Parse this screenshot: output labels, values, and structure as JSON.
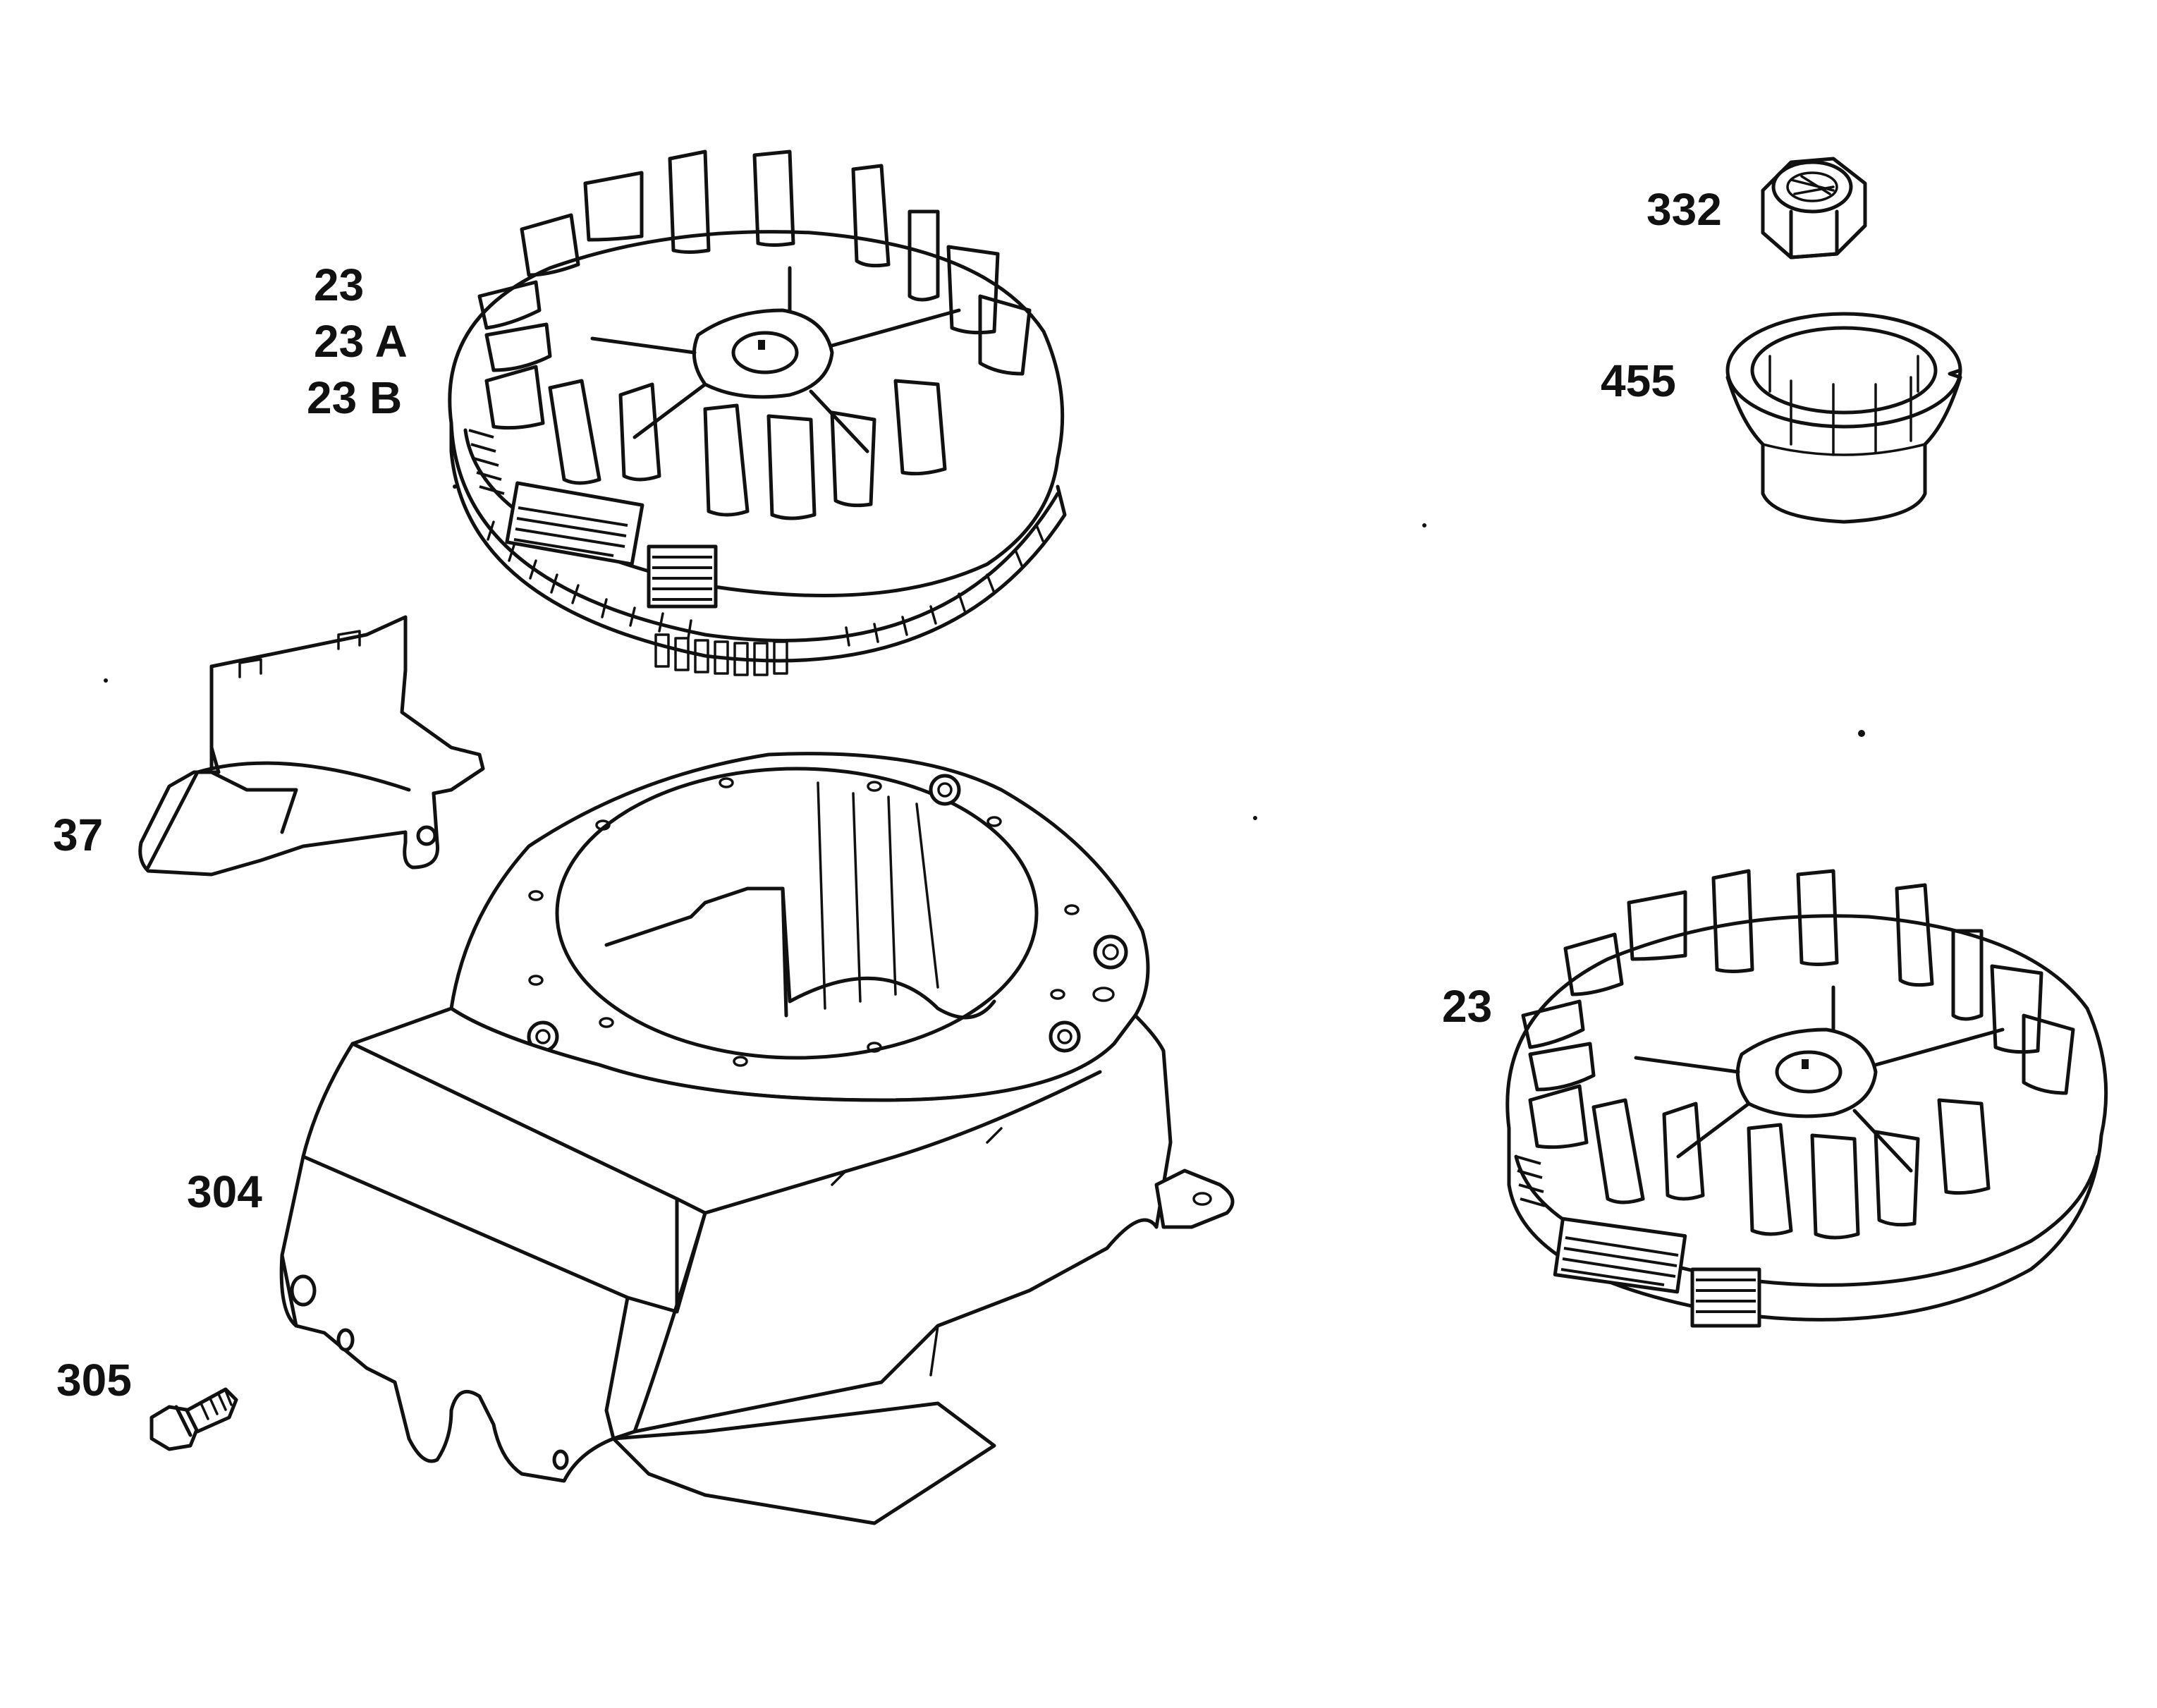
{
  "diagram": {
    "parts": [
      {
        "id": "flywheel-main",
        "labels": [
          "23",
          "23 A",
          "23 B"
        ]
      },
      {
        "id": "nut",
        "labels": [
          "332"
        ]
      },
      {
        "id": "cup",
        "labels": [
          "455"
        ]
      },
      {
        "id": "air-guide",
        "labels": [
          "37"
        ]
      },
      {
        "id": "blower-housing",
        "labels": [
          "304"
        ]
      },
      {
        "id": "screw",
        "labels": [
          "305"
        ]
      },
      {
        "id": "flywheel-alt",
        "labels": [
          "23"
        ]
      }
    ]
  }
}
